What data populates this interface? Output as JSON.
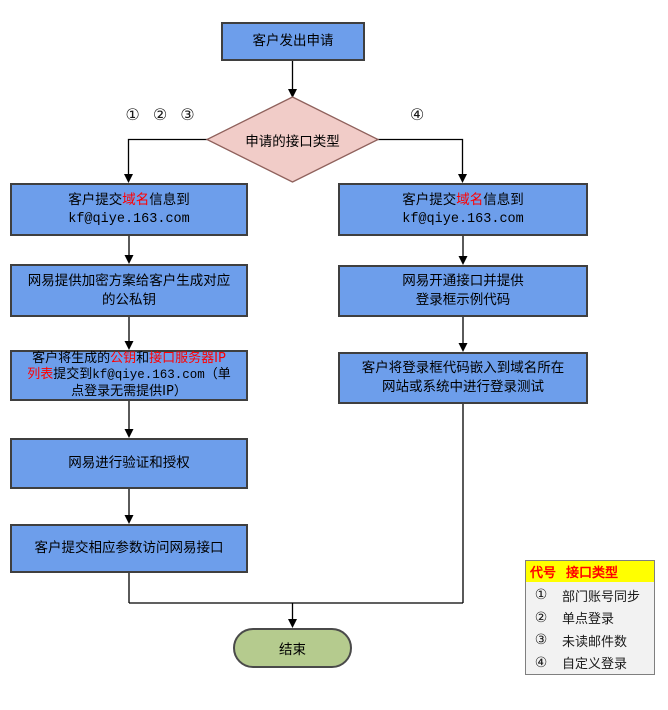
{
  "flow": {
    "start": "客户发出申请",
    "decision": "申请的接口类型",
    "branch_left": "① ② ③",
    "branch_right": "④",
    "end": "结束",
    "l1": {
      "a": "客户提交",
      "b": "域名",
      "c": "信息到",
      "email": "kf@qiye.163.com"
    },
    "l2": {
      "line1": "网易提供加密方案给客户生成对应",
      "line2": "的公私钥"
    },
    "l3": {
      "a": "客户将生成的",
      "b": "公钥",
      "c": "和",
      "d": "接口服务器IP",
      "e": "列表",
      "f": "提交到",
      "email": "kf@qiye.163.com",
      "g": "（单",
      "h": "点登录无需提供IP）"
    },
    "l4": "网易进行验证和授权",
    "l5": "客户提交相应参数访问网易接口",
    "r1": {
      "a": "客户提交",
      "b": "域名",
      "c": "信息到",
      "email": "kf@qiye.163.com"
    },
    "r2": {
      "line1": "网易开通接口并提供",
      "line2": "登录框示例代码"
    },
    "r3": {
      "line1": "客户将登录框代码嵌入到域名所在",
      "line2": "网站或系统中进行登录测试"
    }
  },
  "legend": {
    "header_code": "代号",
    "header_type": "接口类型",
    "rows": [
      {
        "symbol": "①",
        "label": "部门账号同步"
      },
      {
        "symbol": "②",
        "label": "单点登录"
      },
      {
        "symbol": "③",
        "label": "未读邮件数"
      },
      {
        "symbol": "④",
        "label": "自定义登录"
      }
    ]
  },
  "colors": {
    "process_fill": "#6D9EEB",
    "process_border": "#3F3F3F",
    "decision_fill": "#F1CCC8",
    "decision_border": "#8F615C",
    "terminator_fill": "#B5CB8E",
    "highlight_red": "#FF0000",
    "legend_header_bg": "#FFFF00",
    "legend_header_text": "#FF0000",
    "legend_body_bg": "#F2F2F2",
    "connector": "#000000"
  }
}
